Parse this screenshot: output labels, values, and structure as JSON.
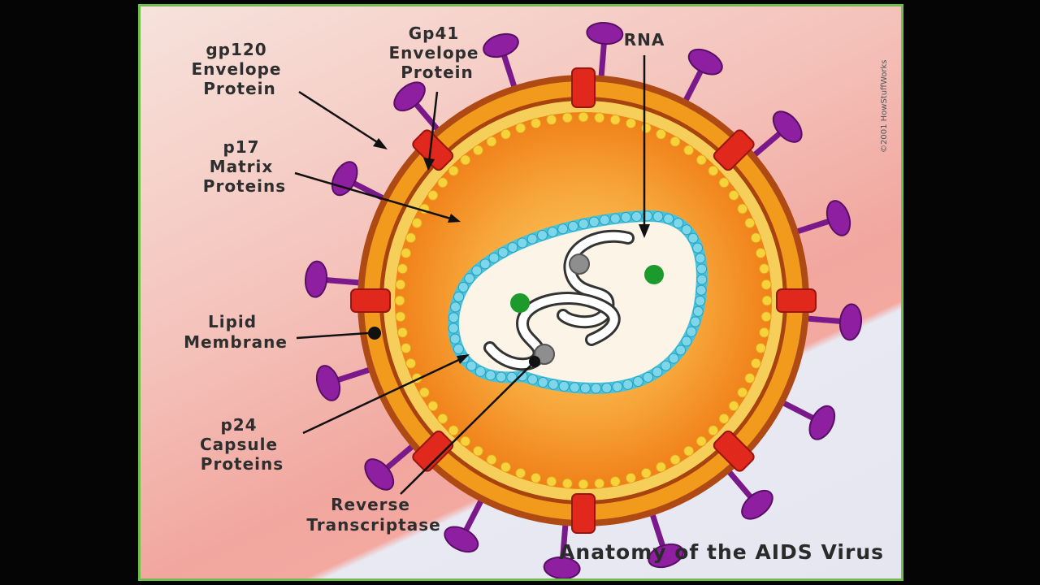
{
  "title": "Anatomy of the AIDS Virus",
  "copyright": "©2001 HowStuffWorks",
  "labels": {
    "gp120": [
      "gp120",
      "Envelope",
      "Protein"
    ],
    "gp41": [
      "Gp41",
      "Envelope",
      "Protein"
    ],
    "rna": [
      "RNA"
    ],
    "p17": [
      "p17",
      "Matrix",
      "Proteins"
    ],
    "lipid": [
      "Lipid",
      "Membrane"
    ],
    "p24": [
      "p24",
      "Capsule",
      "Proteins"
    ],
    "rt": [
      "Reverse",
      "Transcriptase"
    ]
  },
  "colors": {
    "background_pink": "#f3a8a0",
    "background_lavender": "#e6e6f0",
    "border_green": "#6fbf4a",
    "envelope_brown": "#8a3a10",
    "envelope_orange": "#f29a1c",
    "spike_purple": "#8e1fa0",
    "spike_stalk_red": "#e0281c",
    "matrix_yellow": "#f7d23a",
    "capsid_orange": "#f28a1a",
    "capsid_dots_cyan": "#45c4dc",
    "core_cream": "#fcf4e6",
    "enzyme_green": "#1c9a2c",
    "enzyme_gray": "#8e8e8e"
  }
}
